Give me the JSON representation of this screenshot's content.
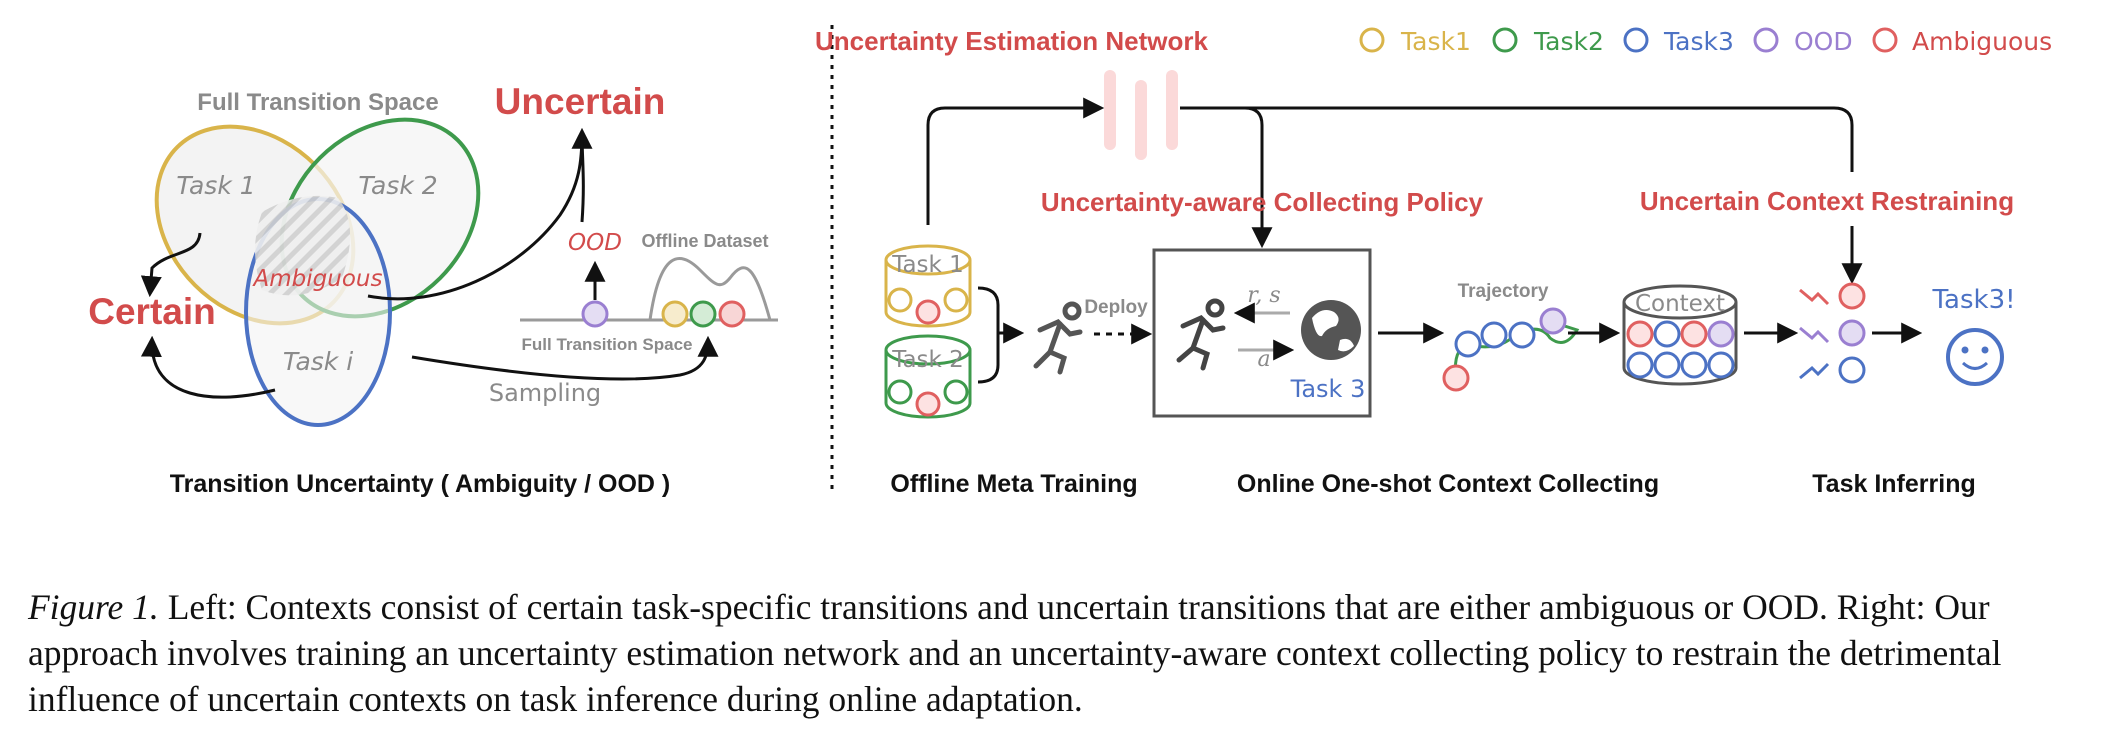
{
  "left": {
    "full_transition_space": "Full Transition Space",
    "uncertain": "Uncertain",
    "certain": "Certain",
    "task1": "Task 1",
    "task2": "Task 2",
    "taski": "Task i",
    "ambiguous": "Ambiguous",
    "ood": "OOD",
    "offline_dataset": "Offline Dataset",
    "full_transition_space_small": "Full Transition Space",
    "sampling": "Sampling",
    "title": "Transition Uncertainty  ( Ambiguity / OOD )"
  },
  "right": {
    "legend": {
      "title": "Uncertainty Estimation Network",
      "items": [
        {
          "label": "Task1",
          "color": "#d9b44a"
        },
        {
          "label": "Task2",
          "color": "#3e9a4c"
        },
        {
          "label": "Task3",
          "color": "#4c72c4"
        },
        {
          "label": "OOD",
          "color": "#9a7fd1"
        },
        {
          "label": "Ambiguous",
          "color": "#e06060"
        }
      ]
    },
    "collecting_policy": "Uncertainty-aware Collecting Policy",
    "context_restraining": "Uncertain Context Restraining",
    "task1_db": "Task 1",
    "task2_db": "Task 2",
    "deploy": "Deploy",
    "r_s": "r, s",
    "a": "a",
    "task3_env": "Task 3",
    "trajectory": "Trajectory",
    "context": "Context",
    "task3_result": "Task3!",
    "offline_meta_training": "Offline Meta Training",
    "online_context_collecting": "Online One-shot Context Collecting",
    "task_inferring": "Task Inferring"
  },
  "caption": {
    "label": "Figure 1.",
    "text": " Left: Contexts consist of certain task-specific transitions and uncertain transitions that are either ambiguous or OOD. Right: Our approach involves training an uncertainty estimation network and an uncertainty-aware context collecting policy to restrain the detrimental influence of uncertain contexts on task inference during online adaptation."
  }
}
